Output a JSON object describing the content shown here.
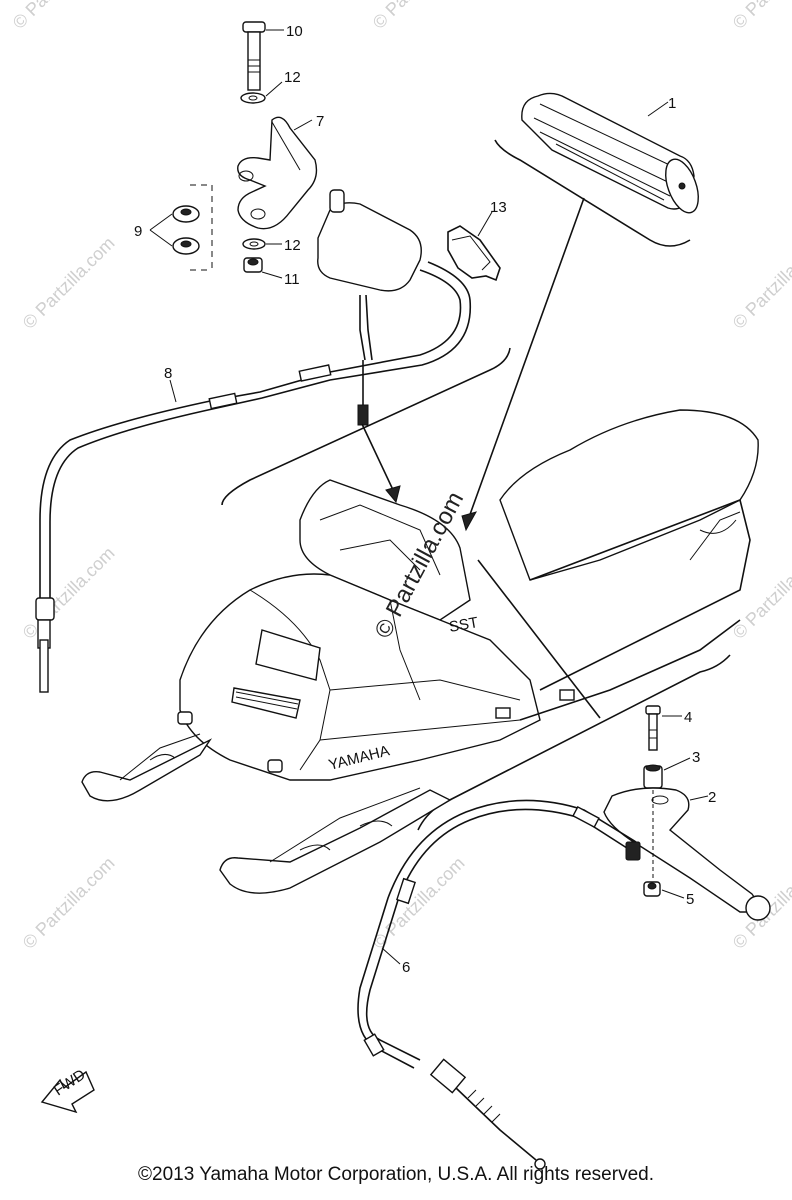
{
  "callouts": {
    "c1": "1",
    "c2": "2",
    "c3": "3",
    "c4": "4",
    "c5": "5",
    "c6": "6",
    "c7": "7",
    "c8": "8",
    "c9": "9",
    "c10": "10",
    "c11": "11",
    "c12a": "12",
    "c12b": "12",
    "c13": "13"
  },
  "watermark": {
    "text": "© Partzilla.com",
    "center_text": "© Partzilla.com"
  },
  "decals": {
    "brand": "YAMAHA",
    "model": "SST",
    "direction": "FWD"
  },
  "footer": {
    "copyright": "©2013  Yamaha Motor Corporation, U.S.A. All rights reserved."
  }
}
